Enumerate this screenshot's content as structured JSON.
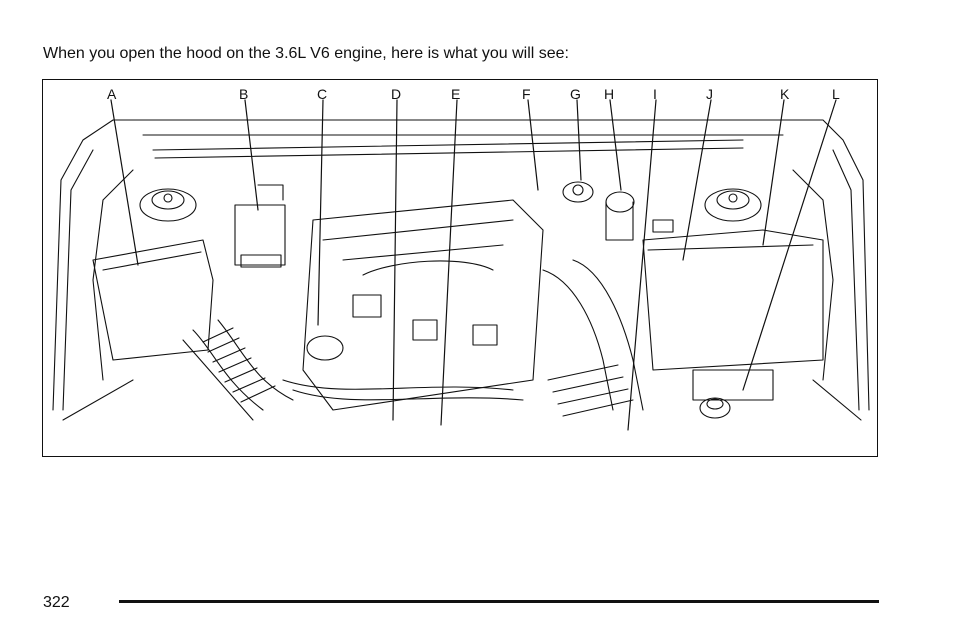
{
  "intro_text": "When you open the hood on the 3.6L V6 engine, here is what you will see:",
  "callouts": [
    "A",
    "B",
    "C",
    "D",
    "E",
    "F",
    "G",
    "H",
    "I",
    "J",
    "K",
    "L"
  ],
  "page_number": "322"
}
